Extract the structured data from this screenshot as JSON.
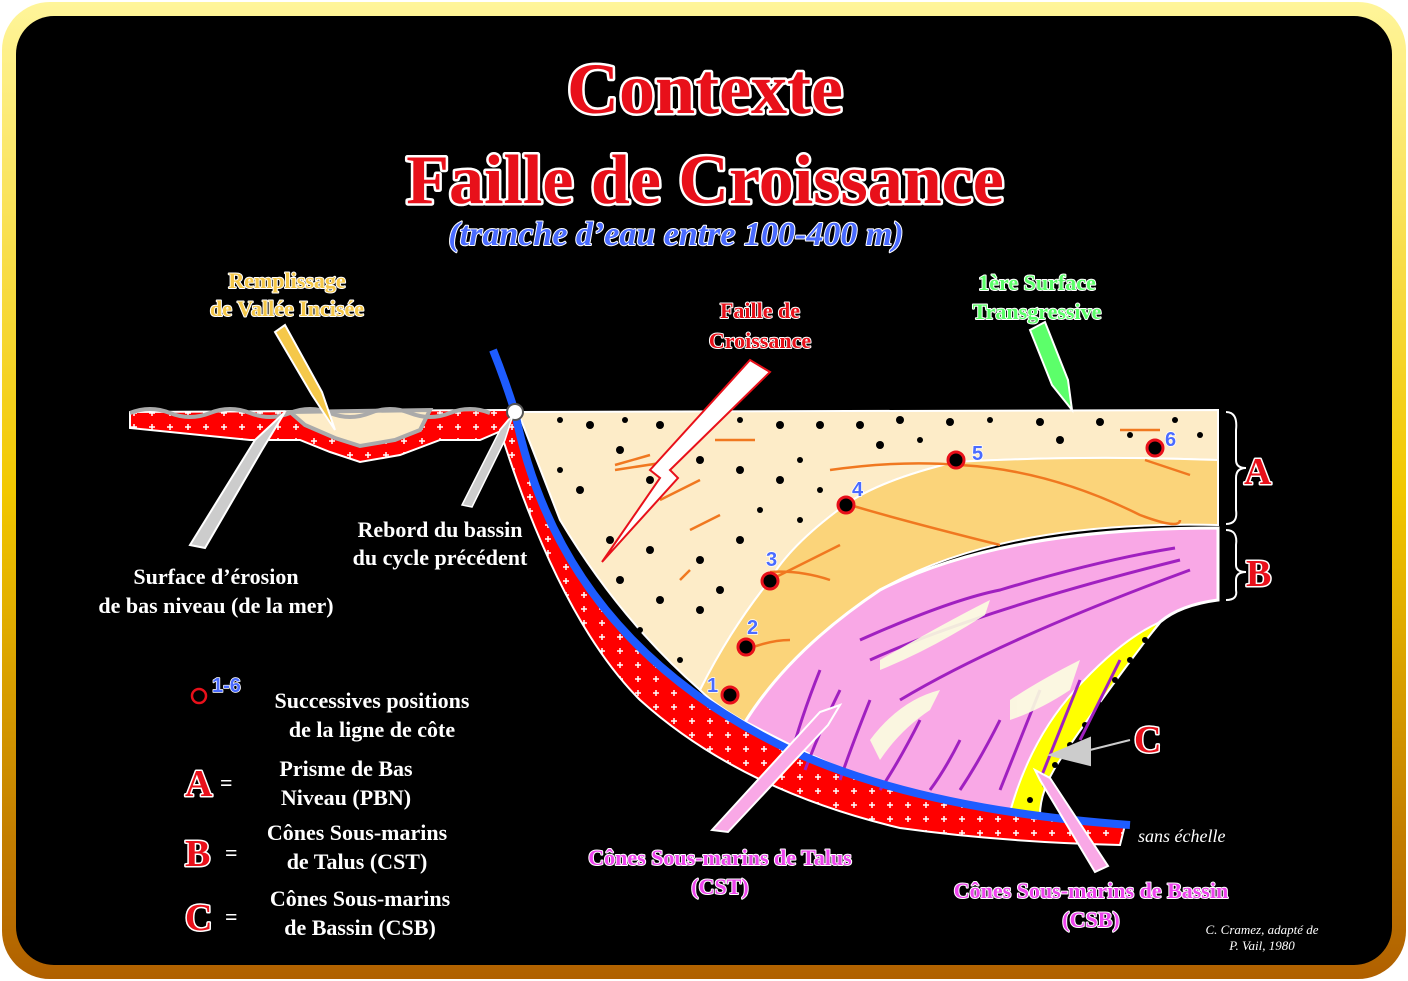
{
  "title": {
    "line1": "Contexte",
    "line2": "Faille de Croissance",
    "subtitle": "(tranche d’eau entre 100-400 m)"
  },
  "labels": {
    "valley_fill": [
      "Remplissage",
      "de Vallée Incisée"
    ],
    "growth_fault": [
      "Faille de",
      "Croissance"
    ],
    "transgressive_surface": [
      "1ère Surface",
      "Transgressive"
    ],
    "basin_edge": [
      "Rebord du bassin",
      "du cycle précédent"
    ],
    "erosion_surface": [
      "Surface d’érosion",
      "de bas niveau (de la mer)"
    ],
    "slope_fans": [
      "Cônes Sous-marins de Talus",
      "(CST)"
    ],
    "basin_fans": [
      "Cônes Sous-marins de Bassin",
      "(CSB)"
    ],
    "no_scale": "sans échelle",
    "credit": [
      "C. Cramez, adapté de",
      "P. Vail, 1980"
    ]
  },
  "units": {
    "A": "A",
    "B": "B",
    "C": "C"
  },
  "shorelines": [
    "1",
    "2",
    "3",
    "4",
    "5",
    "6"
  ],
  "legend": {
    "shoreline": {
      "symbol": "1-6",
      "text": [
        "Successives positions",
        "de la ligne de côte"
      ]
    },
    "A": {
      "letter": "A",
      "eq": "=",
      "text": [
        "Prisme de  Bas",
        "Niveau (PBN)"
      ]
    },
    "B": {
      "letter": "B",
      "eq": "=",
      "text": [
        "Cônes Sous-marins",
        "de Talus (CST)"
      ]
    },
    "C": {
      "letter": "C",
      "eq": "=",
      "text": [
        "Cônes Sous-marins",
        "de Bassin (CSB)"
      ]
    }
  },
  "colors": {
    "frame": "#f2c800",
    "title": "#e8101a",
    "subtitle": "#4a6bff",
    "fault": "#1e5cff",
    "basement": "#ff0000",
    "lowstand_top": "#fdecc8",
    "lowstand_mid": "#fbd47a",
    "slope_fan": "#f9a8e6",
    "basin_fan": "#ffff00",
    "valley_label": "#f5c84a",
    "ts_label": "#5cff6a",
    "fan_label": "#ee44ee"
  }
}
